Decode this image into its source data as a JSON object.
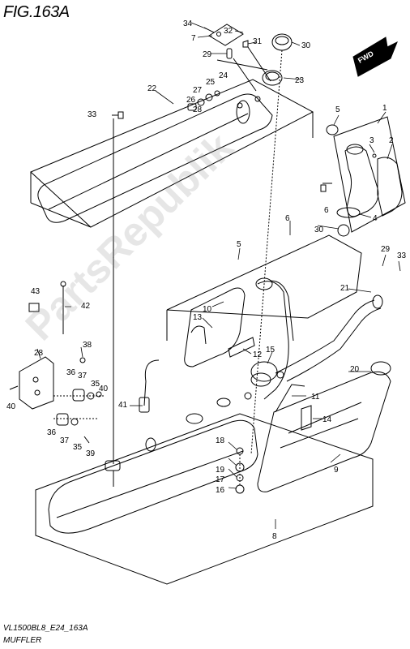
{
  "header": {
    "figure": "FIG.163A"
  },
  "footer": {
    "model_code": "VL1500BL8_E24_163A",
    "section": "MUFFLER"
  },
  "watermark": "PartsRepublik",
  "fwd_label": "FWD",
  "callouts": [
    "34",
    "32",
    "7",
    "31",
    "30",
    "29",
    "22",
    "27",
    "25",
    "24",
    "23",
    "26",
    "28",
    "33",
    "5",
    "1",
    "3",
    "2",
    "6",
    "4",
    "6",
    "30",
    "5",
    "29",
    "33",
    "21",
    "43",
    "42",
    "10",
    "13",
    "12",
    "15",
    "38",
    "28",
    "36",
    "37",
    "35",
    "40",
    "40",
    "20",
    "41",
    "11",
    "14",
    "36",
    "37",
    "35",
    "39",
    "18",
    "19",
    "17",
    "16",
    "9",
    "8"
  ],
  "colors": {
    "line": "#000000",
    "background": "#ffffff",
    "watermark": "#8c8c8c"
  }
}
